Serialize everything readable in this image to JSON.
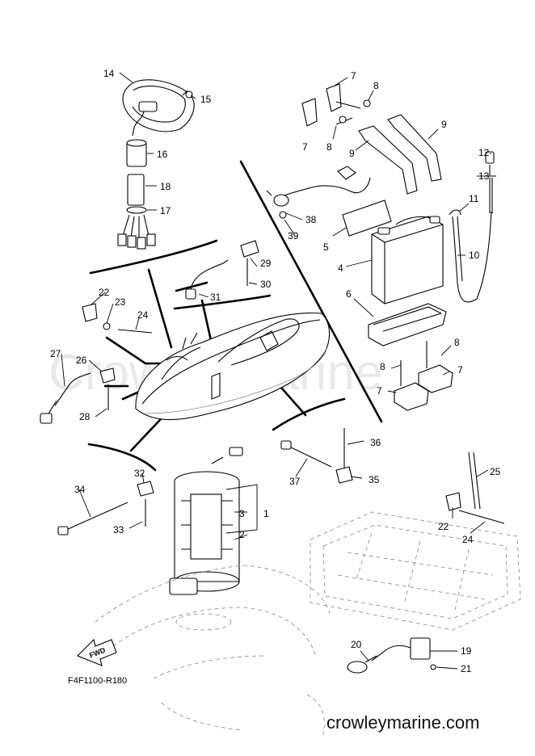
{
  "diagram": {
    "drawing_code": "F4F1100-R180",
    "fwd_label": "FWD",
    "watermark": "CrowleyMarine",
    "website": "crowleymarine.com"
  },
  "callouts": [
    "1",
    "2",
    "3",
    "4",
    "5",
    "6",
    "7",
    "8",
    "9",
    "10",
    "11",
    "12",
    "13",
    "14",
    "15",
    "16",
    "17",
    "18",
    "19",
    "20",
    "21",
    "22",
    "23",
    "24",
    "25",
    "26",
    "27",
    "28",
    "29",
    "30",
    "31",
    "32",
    "33",
    "34",
    "35",
    "36",
    "37",
    "38",
    "39"
  ]
}
